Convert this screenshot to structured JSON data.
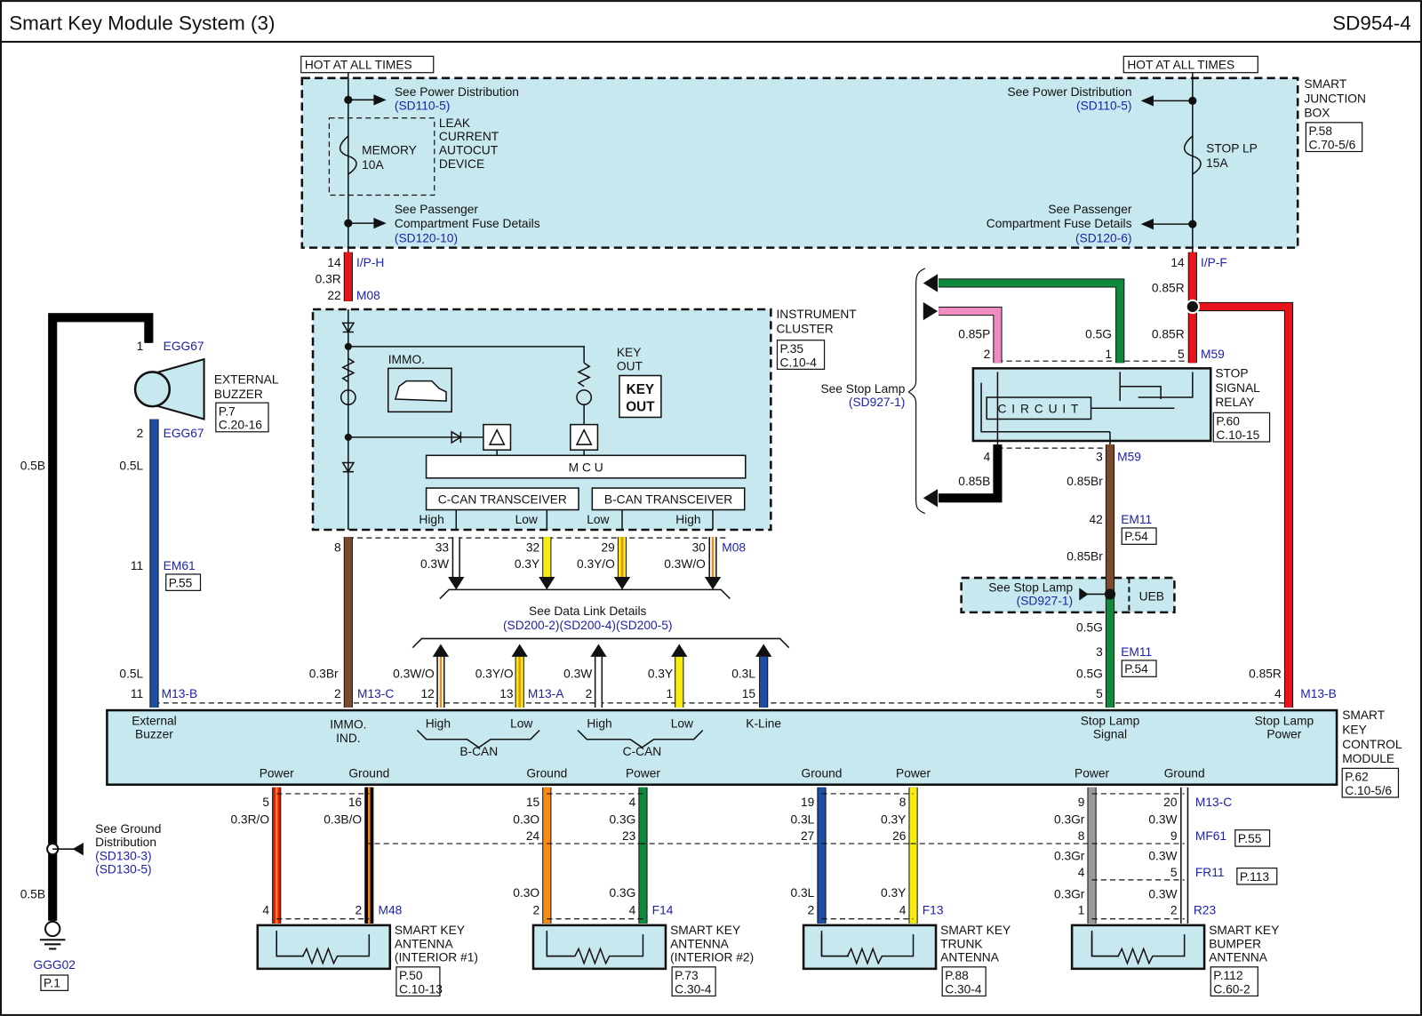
{
  "header": {
    "title": "Smart Key Module System (3)",
    "code": "SD954-4"
  },
  "colors": {
    "box_fill": "#c8e8f0",
    "ref_text": "#1e22a8",
    "R": "#e8141c",
    "L": "#1d4ea6",
    "Br": "#7b4a2c",
    "G": "#0f8a3c",
    "P": "#f08cc4",
    "Y": "#f6ec12",
    "O": "#f68a12",
    "Gr": "#9a9a9a",
    "W": "#ffffff",
    "B": "#000000"
  },
  "junction_box": {
    "hot_left": "HOT AT ALL TIMES",
    "hot_right": "HOT AT ALL TIMES",
    "label": [
      "SMART",
      "JUNCTION",
      "BOX"
    ],
    "ref": [
      "P.58",
      "C.70-5/6"
    ],
    "left": {
      "power_dist": "See Power Distribution",
      "power_ref": "(SD110-5)",
      "fuse": [
        "MEMORY",
        "10A"
      ],
      "device": [
        "LEAK",
        "CURRENT",
        "AUTOCUT",
        "DEVICE"
      ],
      "pass": [
        "See Passenger",
        "Compartment Fuse Details"
      ],
      "pass_ref": "(SD120-10)"
    },
    "right": {
      "power_dist": "See Power Distribution",
      "power_ref": "(SD110-5)",
      "fuse": [
        "STOP LP",
        "15A"
      ],
      "pass": [
        "See Passenger",
        "Compartment Fuse Details"
      ],
      "pass_ref": "(SD120-6)"
    }
  },
  "wire_iph": {
    "pin_top": "14",
    "conn_top": "I/P-H",
    "wire": "0.3R",
    "pin_bot": "22",
    "conn_bot": "M08"
  },
  "cluster": {
    "label": [
      "INSTRUMENT",
      "CLUSTER"
    ],
    "ref": [
      "P.35",
      "C.10-4"
    ],
    "immo": "IMMO.",
    "key_out": [
      "KEY",
      "OUT"
    ],
    "key_out_icon": [
      "KEY",
      "OUT"
    ],
    "mcu": "M C U",
    "ccan": "C-CAN TRANSCEIVER",
    "bcan": "B-CAN TRANSCEIVER",
    "hl": [
      "High",
      "Low",
      "Low",
      "High"
    ],
    "pin8": "8",
    "conn": "M08",
    "pins": [
      {
        "pin": "33",
        "wire": "0.3W"
      },
      {
        "pin": "32",
        "wire": "0.3Y"
      },
      {
        "pin": "29",
        "wire": "0.3Y/O"
      },
      {
        "pin": "30",
        "wire": "0.3W/O"
      }
    ]
  },
  "data_link": {
    "text": "See Data Link Details",
    "refs": "(SD200-2)(SD200-4)(SD200-5)"
  },
  "module_inputs": {
    "conn": "M13-A",
    "items": [
      {
        "wire": "0.3W/O",
        "pin": "12"
      },
      {
        "wire": "0.3Y/O",
        "pin": "13"
      },
      {
        "wire": "0.3W",
        "pin": "2"
      },
      {
        "wire": "0.3Y",
        "pin": "1"
      },
      {
        "wire": "0.3L",
        "pin": "15"
      }
    ]
  },
  "immo_wire": {
    "wire": "0.3Br",
    "pin": "2",
    "conn": "M13-C"
  },
  "buzzer": {
    "label": [
      "EXTERNAL",
      "BUZZER"
    ],
    "ref": [
      "P.7",
      "C.20-16"
    ],
    "pin1": "1",
    "conn1": "EGG67",
    "pin2": "2",
    "conn2": "EGG67",
    "wire1": "0.5L",
    "pin3": "11",
    "conn3": "EM61",
    "ref3": "P.55",
    "wire2": "0.5L",
    "pin4": "11",
    "conn4": "M13-B"
  },
  "ground": {
    "wire_top": "0.5B",
    "wire_bot": "0.5B",
    "dist": [
      "See Ground",
      "Distribution"
    ],
    "refs": [
      "(SD130-3)",
      "(SD130-5)"
    ],
    "name": "GGG02",
    "ref": "P.1"
  },
  "relay": {
    "label": [
      "STOP",
      "SIGNAL",
      "RELAY"
    ],
    "ref": [
      "P.60",
      "C.10-15"
    ],
    "circuit": "C I R C U I T",
    "top_wire": "0.85R",
    "conn_top": "I/P-F",
    "pin_top": "14",
    "pink": {
      "wire": "0.85P",
      "pin": "2"
    },
    "green": {
      "wire": "0.5G",
      "pin": "1"
    },
    "red": {
      "wire": "0.85R",
      "pin": "5"
    },
    "conn": "M59",
    "black": {
      "pin": "4",
      "wire": "0.85B"
    },
    "brown": {
      "pin": "3",
      "wire": "0.85Br",
      "conn": "M59"
    },
    "stop_lamp": "See Stop Lamp",
    "stop_lamp_ref": "(SD927-1)",
    "em11a": {
      "pin": "42",
      "conn": "EM11",
      "ref": "P.54",
      "wire": "0.85Br"
    },
    "ueb": {
      "text": "See Stop Lamp",
      "ref": "(SD927-1)",
      "label": "UEB"
    },
    "em11b": {
      "wire": "0.5G",
      "pin": "3",
      "conn": "EM11",
      "ref": "P.54",
      "wire2": "0.5G",
      "pin2": "5"
    },
    "power": {
      "wire": "0.85R",
      "pin": "4",
      "conn": "M13-B"
    }
  },
  "module": {
    "label": [
      "SMART",
      "KEY",
      "CONTROL",
      "MODULE"
    ],
    "ref": [
      "P.62",
      "C.10-5/6"
    ],
    "ext_buzzer": [
      "External",
      "Buzzer"
    ],
    "immo": [
      "IMMO.",
      "IND."
    ],
    "bcan_high": "High",
    "bcan_low": "Low",
    "bcan": "B-CAN",
    "ccan_high": "High",
    "ccan_low": "Low",
    "ccan": "C-CAN",
    "kline": "K-Line",
    "sl_signal": [
      "Stop Lamp",
      "Signal"
    ],
    "sl_power": [
      "Stop Lamp",
      "Power"
    ]
  },
  "antennas": [
    {
      "name": [
        "SMART KEY",
        "ANTENNA",
        "(INTERIOR #1)"
      ],
      "ref": [
        "P.50",
        "C.10-13"
      ],
      "a_label": "Power",
      "b_label": "Ground",
      "a_pin": "5",
      "a_wire": "0.3R/O",
      "b_pin": "16",
      "b_wire": "0.3B/O",
      "a_pin_end": "4",
      "b_pin_end": "2",
      "conn": "M48"
    },
    {
      "name": [
        "SMART KEY",
        "ANTENNA",
        "(INTERIOR #2)"
      ],
      "ref": [
        "P.73",
        "C.30-4"
      ],
      "a_label": "Ground",
      "b_label": "Power",
      "a_pin": "15",
      "a_wire": "0.3O",
      "a_mid": "24",
      "b_pin": "4",
      "b_wire": "0.3G",
      "b_mid": "23",
      "a_wire2": "0.3O",
      "b_wire2": "0.3G",
      "a_pin_end": "2",
      "b_pin_end": "4",
      "conn": "F14"
    },
    {
      "name": [
        "SMART KEY",
        "TRUNK",
        "ANTENNA"
      ],
      "ref": [
        "P.88",
        "C.30-4"
      ],
      "a_label": "Ground",
      "b_label": "Power",
      "a_pin": "19",
      "a_wire": "0.3L",
      "a_mid": "27",
      "b_pin": "8",
      "b_wire": "0.3Y",
      "b_mid": "26",
      "a_wire2": "0.3L",
      "b_wire2": "0.3Y",
      "a_pin_end": "2",
      "b_pin_end": "4",
      "conn": "F13"
    },
    {
      "name": [
        "SMART KEY",
        "BUMPER",
        "ANTENNA"
      ],
      "ref": [
        "P.112",
        "C.60-2"
      ],
      "a_label": "Power",
      "b_label": "Ground",
      "a_pin": "9",
      "a_wire": "0.3Gr",
      "a_mid": "8",
      "b_pin": "20",
      "b_wire": "0.3W",
      "b_mid": "9",
      "conn_top": "M13-C",
      "conn_mid": "MF61",
      "ref_mid": "P.55",
      "a_wire2": "0.3Gr",
      "b_wire2": "0.3W",
      "a_pin2": "4",
      "b_pin2": "5",
      "conn_mid2": "FR11",
      "ref_mid2": "P.113",
      "a_wire3": "0.3Gr",
      "b_wire3": "0.3W",
      "a_pin_end": "1",
      "b_pin_end": "2",
      "conn": "R23"
    }
  ]
}
